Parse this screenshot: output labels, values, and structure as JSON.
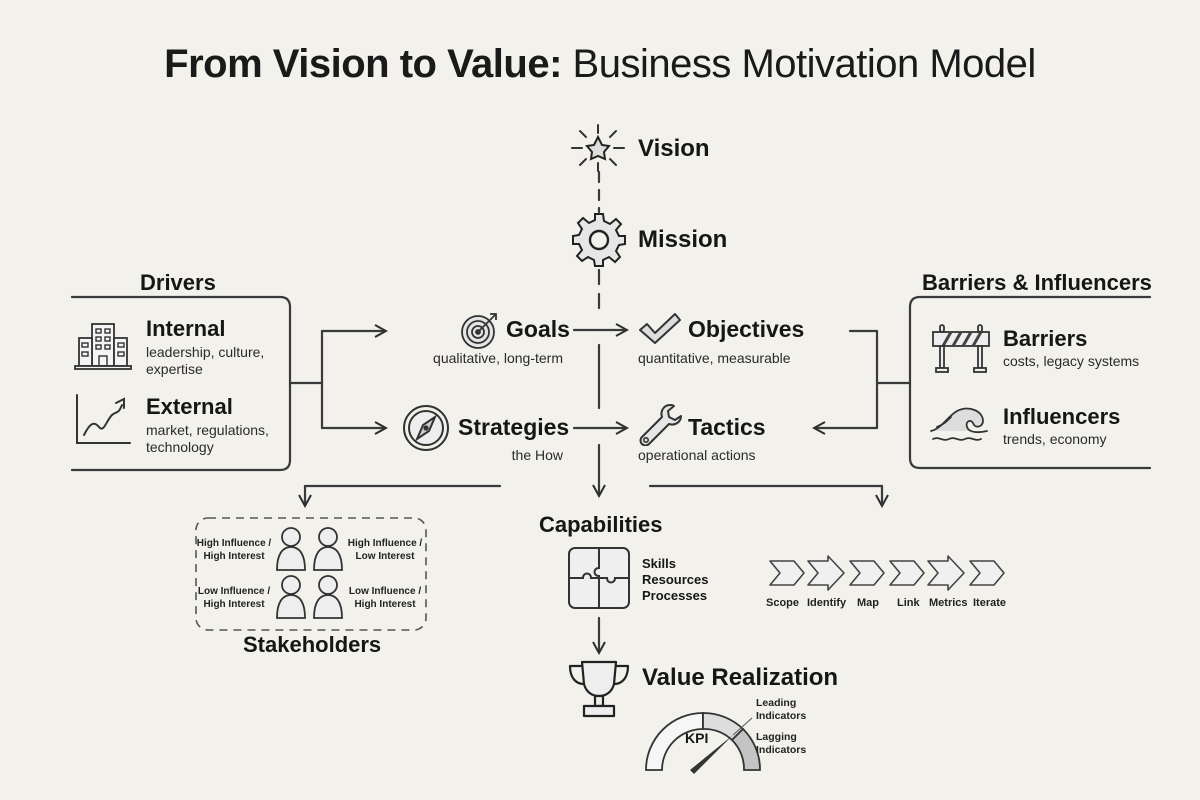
{
  "title": {
    "bold": "From Vision to Value:",
    "regular": " Business Motivation Model"
  },
  "spine": {
    "vision": {
      "label": "Vision",
      "icon": "star-sparkle-icon"
    },
    "mission": {
      "label": "Mission",
      "icon": "gear-icon"
    }
  },
  "drivers": {
    "heading": "Drivers",
    "internal": {
      "label": "Internal",
      "desc_line1": "leadership, culture,",
      "desc_line2": "expertise",
      "icon": "building-icon"
    },
    "external": {
      "label": "External",
      "desc_line1": "market, regulations,",
      "desc_line2": "technology",
      "icon": "trend-chart-icon"
    }
  },
  "barriers_influencers": {
    "heading": "Barriers & Influencers",
    "barriers": {
      "label": "Barriers",
      "desc": "costs, legacy systems",
      "icon": "road-barrier-icon"
    },
    "influencers": {
      "label": "Influencers",
      "desc": "trends, economy",
      "icon": "wave-icon"
    }
  },
  "ends_means": {
    "goals": {
      "label": "Goals",
      "desc": "qualitative, long-term",
      "icon": "target-icon"
    },
    "objectives": {
      "label": "Objectives",
      "desc": "quantitative, measurable",
      "icon": "checkmark-icon"
    },
    "strategies": {
      "label": "Strategies",
      "desc": "the How",
      "icon": "compass-icon"
    },
    "tactics": {
      "label": "Tactics",
      "desc": "operational actions",
      "icon": "wrench-icon"
    }
  },
  "stakeholders": {
    "heading": "Stakeholders",
    "quadrants": [
      {
        "line1": "High Influence /",
        "line2": "High Interest"
      },
      {
        "line1": "High Influence /",
        "line2": "Low Interest"
      },
      {
        "line1": "Low Influence /",
        "line2": "High Interest"
      },
      {
        "line1": "Low Influence /",
        "line2": "High Interest"
      }
    ]
  },
  "capabilities": {
    "heading": "Capabilities",
    "items": [
      "Skills",
      "Resources",
      "Processes"
    ],
    "icon": "puzzle-icon"
  },
  "process_steps": [
    "Scope",
    "Identify",
    "Map",
    "Link",
    "Metrics",
    "Iterate"
  ],
  "value_realization": {
    "heading": "Value Realization",
    "gauge_label": "KPI",
    "leading_line1": "Leading",
    "leading_line2": "Indicators",
    "lagging_line1": "Lagging",
    "lagging_line2": "Indicators",
    "icon": "trophy-icon"
  },
  "colors": {
    "background": "#f2f1ec",
    "ink": "#1a1a1a",
    "line": "#3a3a3a"
  }
}
